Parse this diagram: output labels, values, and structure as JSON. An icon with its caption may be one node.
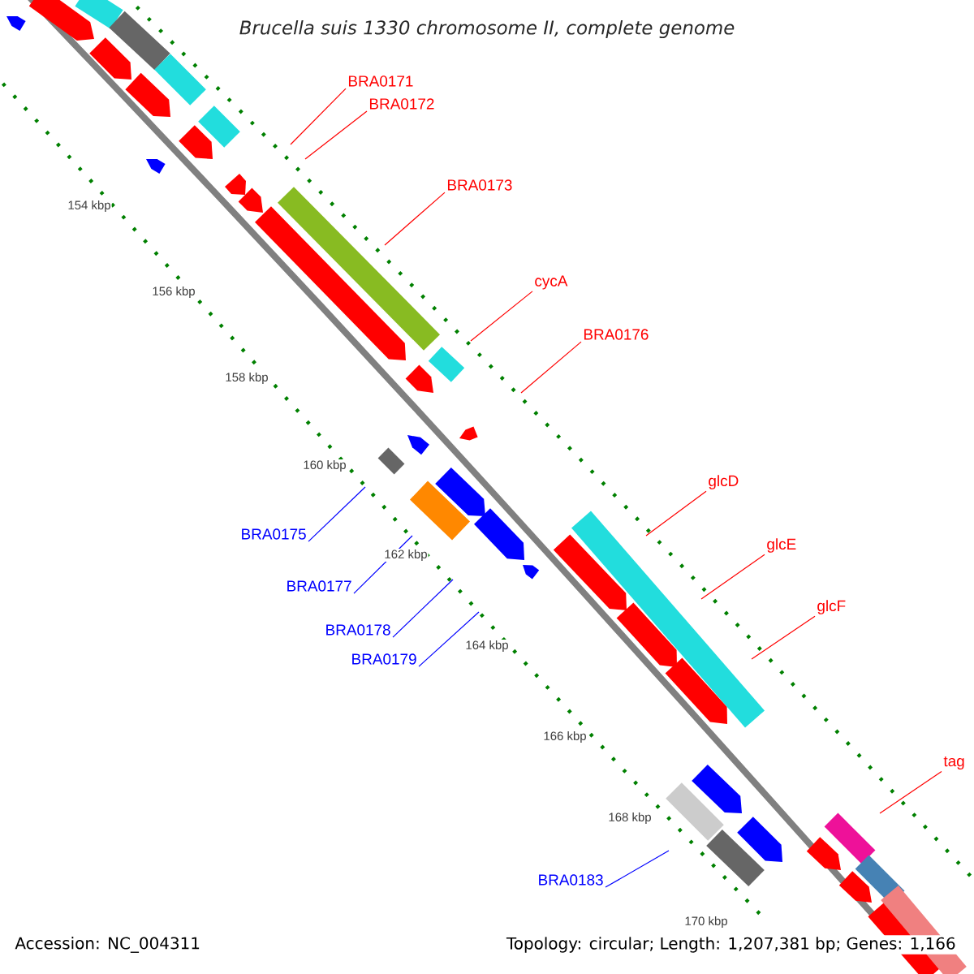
{
  "diagram": {
    "title": "Brucella suis 1330 chromosome II, complete genome",
    "nodes": [
      {
        "text": [
          "BRA0171"
        ]
      },
      {
        "text": [
          "BRA0172"
        ]
      },
      {
        "text": [
          "BRA0173"
        ]
      },
      {
        "text": [
          "cycA"
        ]
      },
      {
        "text": [
          "BRA0176"
        ]
      },
      {
        "text": [
          "glcD"
        ]
      },
      {
        "text": [
          "glcE"
        ]
      },
      {
        "text": [
          "glcF"
        ]
      },
      {
        "text": [
          "tag"
        ]
      },
      {
        "text": [
          "BRA0175"
        ]
      },
      {
        "text": [
          "BRA0177"
        ]
      },
      {
        "text": [
          "BRA0178"
        ]
      },
      {
        "text": [
          "BRA0179"
        ]
      },
      {
        "text": [
          "BRA0183"
        ]
      }
    ],
    "edges": [
      {
        "from": 0,
        "to": null,
        "arrow": "none"
      },
      {
        "from": 1,
        "to": null,
        "arrow": "none"
      },
      {
        "from": 2,
        "to": null,
        "arrow": "none"
      },
      {
        "from": 3,
        "to": null,
        "arrow": "none"
      },
      {
        "from": 4,
        "to": null,
        "arrow": "none"
      },
      {
        "from": 5,
        "to": null,
        "arrow": "none"
      },
      {
        "from": 6,
        "to": null,
        "arrow": "none"
      },
      {
        "from": 7,
        "to": null,
        "arrow": "none"
      },
      {
        "from": 8,
        "to": null,
        "arrow": "none"
      },
      {
        "from": 9,
        "to": null,
        "arrow": "none",
        "color": "#0000ff"
      },
      {
        "from": 10,
        "to": null,
        "arrow": "none",
        "color": "#0000ff"
      },
      {
        "from": 11,
        "to": null,
        "arrow": "none",
        "color": "#0000ff"
      },
      {
        "from": 12,
        "to": null,
        "arrow": "none",
        "color": "#0000ff"
      },
      {
        "from": 13,
        "to": null,
        "arrow": "none",
        "color": "#0000ff"
      }
    ],
    "labels": [
      "154 kbp",
      "156 kbp",
      "158 kbp",
      "160 kbp",
      "162 kbp",
      "164 kbp",
      "166 kbp",
      "168 kbp",
      "170 kbp",
      "Accession: NC_004311",
      "Topology: circular; Length: 1,207,381 bp; Genes: 1,166"
    ]
  }
}
